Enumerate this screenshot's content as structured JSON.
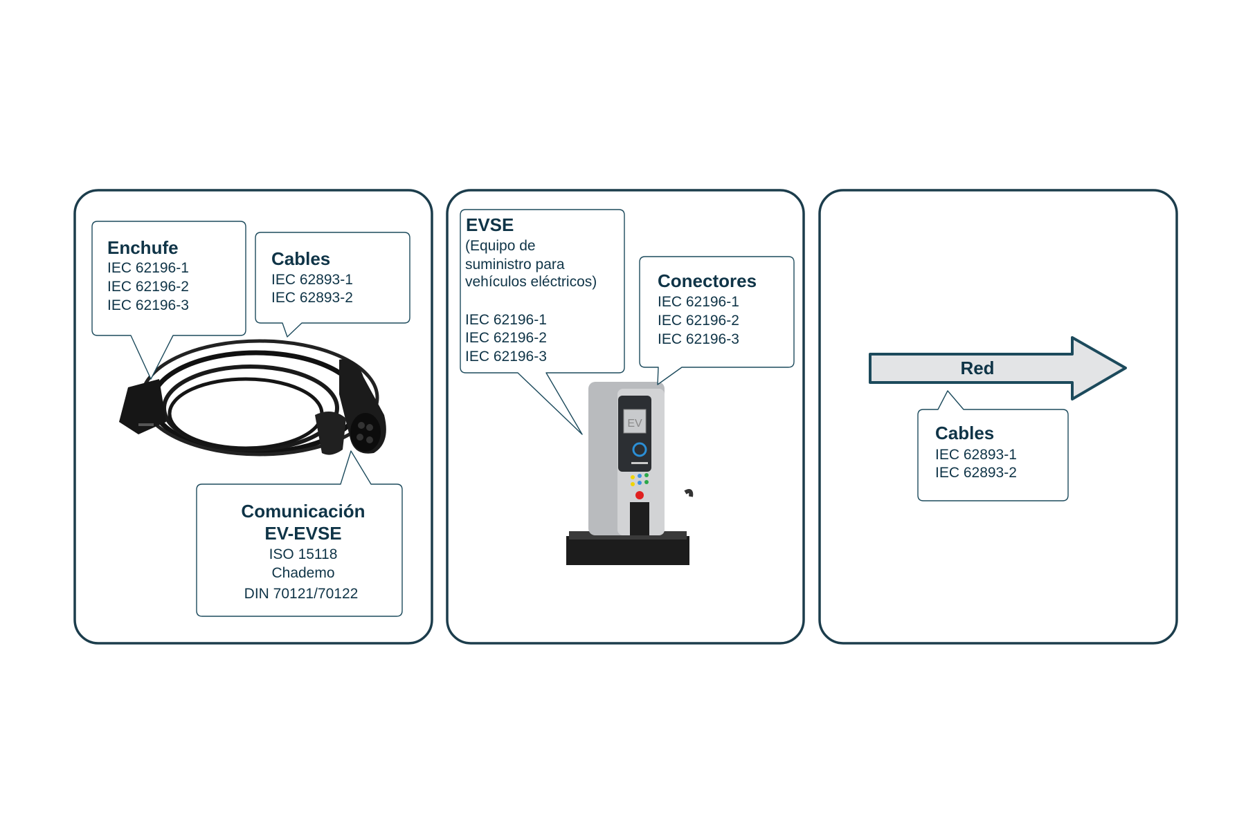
{
  "colors": {
    "text": "#0f3447",
    "border": "#1c3d4c",
    "arrow_fill": "#e3e4e6"
  },
  "panels": [
    {
      "callouts": {
        "plug": {
          "title": "Enchufe",
          "lines": [
            "IEC 62196-1",
            "IEC 62196-2",
            "IEC 62196-3"
          ]
        },
        "cables": {
          "title": "Cables",
          "lines": [
            "IEC 62893-1",
            "IEC 62893-2"
          ]
        },
        "communication": {
          "title": [
            "Comunicación",
            "EV-EVSE"
          ],
          "lines": [
            "ISO 15118",
            "Chademo",
            "DIN 70121/70122"
          ]
        }
      },
      "image": "charging-cable-icon"
    },
    {
      "callouts": {
        "evse": {
          "title": "EVSE",
          "subtitle": [
            "(Equipo de",
            "suministro para",
            "vehículos eléctricos)"
          ],
          "lines": [
            "IEC 62196-1",
            "IEC 62196-2",
            "IEC 62196-3"
          ]
        },
        "connectors": {
          "title": "Conectores",
          "lines": [
            "IEC 62196-1",
            "IEC 62196-2",
            "IEC 62196-3"
          ]
        }
      },
      "image": "charging-station-icon",
      "screen_label": "EV"
    },
    {
      "arrow_label": "Red",
      "callouts": {
        "cables": {
          "title": "Cables",
          "lines": [
            "IEC 62893-1",
            "IEC 62893-2"
          ]
        }
      }
    }
  ]
}
